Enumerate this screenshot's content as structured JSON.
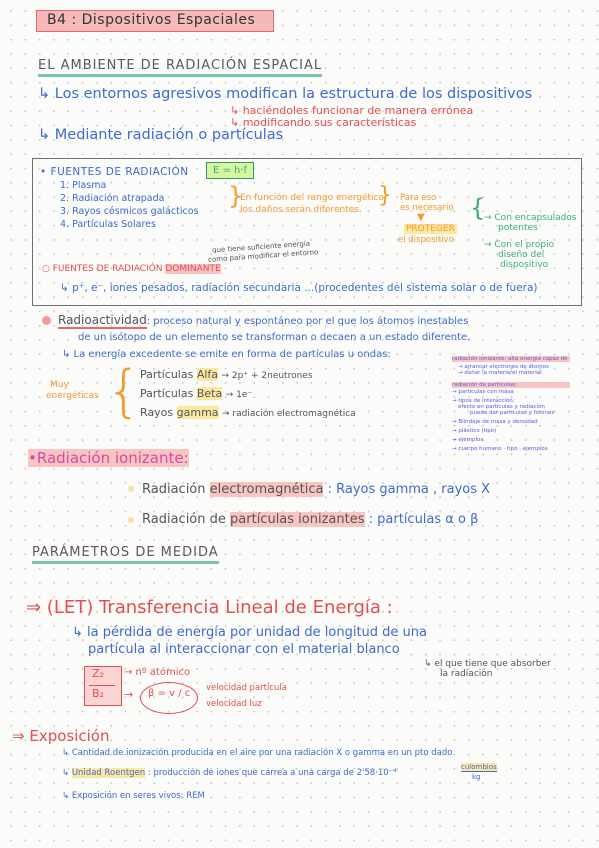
{
  "title": "B4 : Dispositivos Espaciales",
  "section1": {
    "heading": "EL AMBIENTE DE RADIACIÓN ESPACIAL",
    "line1": "↳ Los entornos agresivos modifican la estructura de los dispositivos",
    "sub1": "↳ haciéndoles funcionar de manera errónea",
    "sub2": "↳ modificando sus características",
    "line2": "↳ Mediante radiación o partículas"
  },
  "sources_box": {
    "heading": "• FUENTES DE RADIACIÓN",
    "formula": "E = h·f",
    "items": [
      "1. Plasma",
      "2. Radiación atrapada",
      "3. Rayos cósmicos galácticos",
      "4. Partículas Solares"
    ],
    "middle1": "En función del rango energético",
    "middle2": "los daños serán diferentes.",
    "para_eso1": "Para eso",
    "para_eso2": "es necesario",
    "proteger": "PROTEGER",
    "el_dispositivo": "el dispositivo",
    "right1a": "→ Con encapsulados",
    "right1b": "potentes",
    "right2a": "→ Con el propio",
    "right2b": "diseño del",
    "right2c": "dispositivo",
    "note1": "que tiene suficiente energía",
    "note2": "como para modificar el entorno",
    "dominant_pre": "○ FUENTES DE RADIACIÓN",
    "dominant_word": "DOMINANTE",
    "dominant_line": "↳ p⁺, e⁻, iones pesados, radiación secundaria ...(procedentes del sistema solar o de fuera)"
  },
  "radioactividad": {
    "term": "Radioactividad",
    "def1": ": proceso natural y espontáneo por el que los átomos inestables",
    "def2": "de un isótopo de un elemento se transforman o decaen a un estado diferente.",
    "def3": "↳ La energía excedente se emite en forma de partículas u ondas:",
    "muy1": "Muy",
    "muy2": "energéticas",
    "alfa_pre": "Partículas",
    "alfa_word": "Alfa",
    "alfa_post": "→ 2p⁺ + 2neutrones",
    "beta_pre": "Partículas",
    "beta_word": "Beta",
    "beta_post": "→ 1e⁻",
    "gamma_pre": "Rayos",
    "gamma_word": "gamma",
    "gamma_post": "→ radiación electromagnética"
  },
  "side_notes": [
    "radiación ionizante: alta energía capaz de",
    "→ arrancar electrones de átomos",
    "→ dañar la materia/el material",
    "radiación de partículas:",
    "→ partículas con masa",
    "→ tipos de interacción:",
    "efecto en partículas y radiación",
    "puede dar partículas y fotones",
    "→ Blindaje de masa y densidad",
    "→ plástico (tipo)",
    "→ ejemplos",
    "→ cuerpo humano · tipo · ejemplos"
  ],
  "ionizante": {
    "heading": "•Radiación ionizante:",
    "line1_a": "Radiación",
    "line1_b": "electromagnética",
    "line1_c": ": Rayos gamma , rayos X",
    "line2_a": "Radiación de",
    "line2_b": "partículas ionizantes",
    "line2_c": ": partículas α o β"
  },
  "section2": {
    "heading": "PARÁMETROS DE MEDIDA"
  },
  "let": {
    "heading": "⇒ (LET) Transferencia Lineal de Energía :",
    "line1": "↳ la pérdida de energía por unidad de longitud de una",
    "line2": "partícula al interaccionar con el material blanco",
    "note1": "↳ el que tiene que absorber",
    "note2": "la radiación",
    "z_top": "Z₂",
    "z_bottom": "B₂",
    "n_atomico": "→ nº atómico",
    "beta_formula": "β = v / c",
    "vel_part": "velocidad partícula",
    "vel_luz": "velocidad luz"
  },
  "exposicion": {
    "heading": "⇒ Exposición",
    "line1": "↳ Cantidad de ionización producida en el aire por una radiación X o gamma en un pto dado",
    "line2_a": "↳",
    "line2_b": "Unidad Roentgen",
    "line2_c": ": producción de iones que carrea a una carga de 2'58·10⁻⁴",
    "unit_top": "culombios",
    "unit_bottom": "kg",
    "line3": "↳ Exposición en seres vivos: REM"
  }
}
